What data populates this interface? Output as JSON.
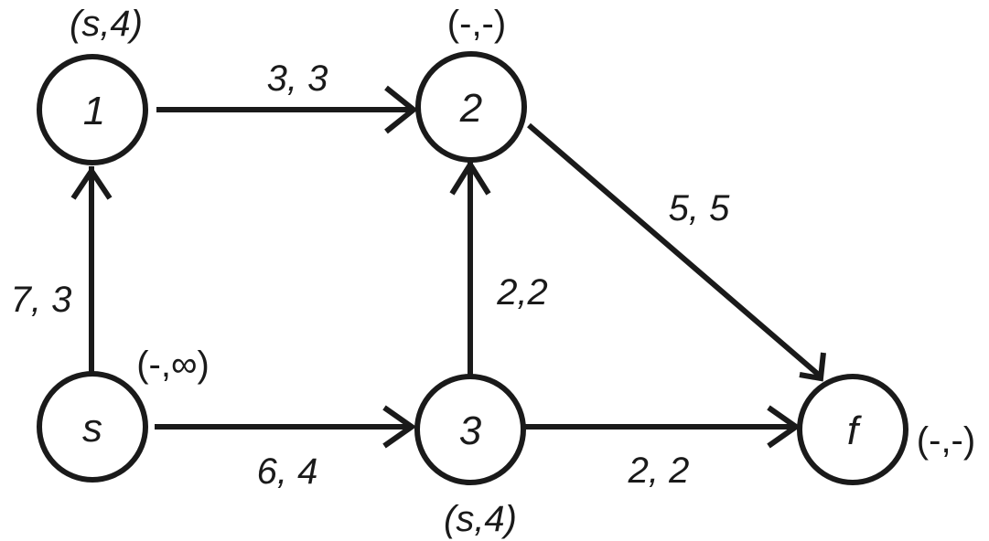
{
  "nodes": {
    "n1": {
      "label": "1",
      "mark": "(s,4)"
    },
    "n2": {
      "label": "2",
      "mark": "(-,-)"
    },
    "ns": {
      "label": "s",
      "mark": "(-,∞)"
    },
    "n3": {
      "label": "3",
      "mark": "(s,4)"
    },
    "nf": {
      "label": "f",
      "mark": "(-,-)"
    }
  },
  "edges": {
    "e12": {
      "label": "3, 3"
    },
    "es1": {
      "label": "7, 3"
    },
    "e32": {
      "label": "2,2"
    },
    "e2f": {
      "label": "5, 5"
    },
    "es3": {
      "label": "6, 4"
    },
    "e3f": {
      "label": "2, 2"
    }
  }
}
